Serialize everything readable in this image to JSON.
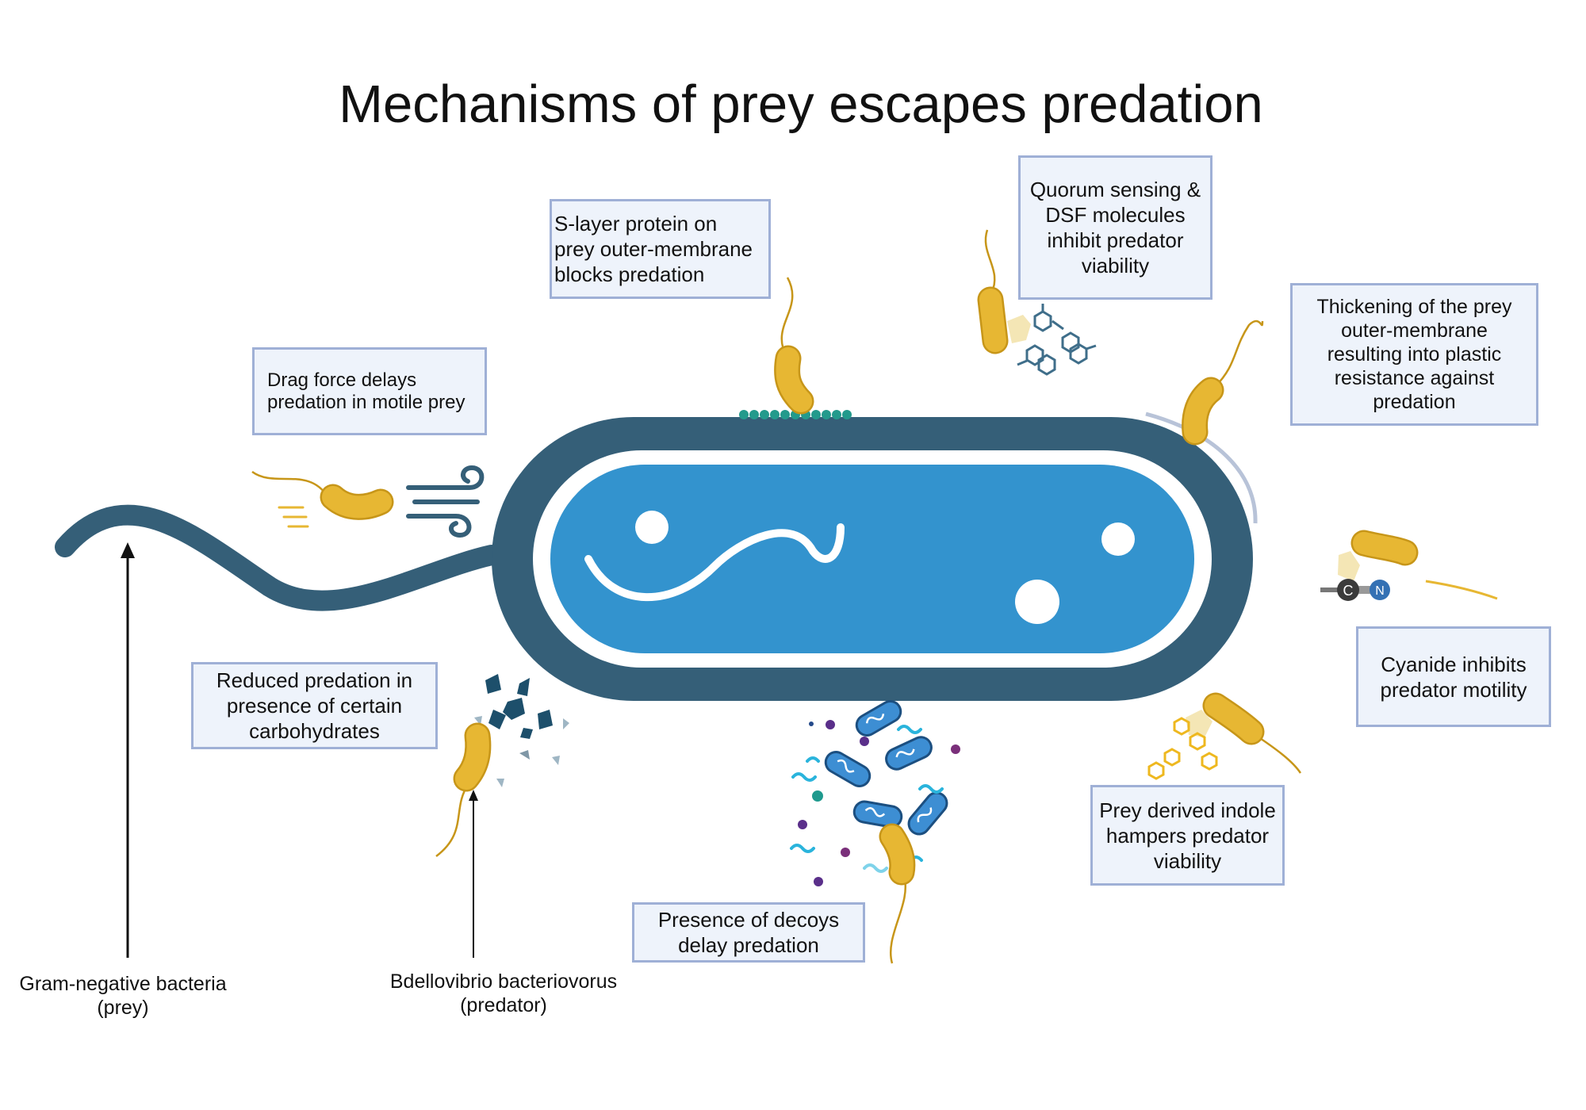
{
  "title": "Mechanisms of prey escapes predation",
  "boxes": {
    "slayer": "S-layer protein on\nprey outer-membrane\nblocks predation",
    "quorum": "Quorum sensing &\nDSF molecules\ninhibit predator\nviability",
    "thickening": "Thickening of the prey\nouter-membrane\nresulting into plastic\nresistance against\npredation",
    "drag": "Drag force delays\npredation in motile prey",
    "carbohydrates": "Reduced predation in\npresence of certain\ncarbohydrates",
    "cyanide": "Cyanide inhibits\npredator motility",
    "indole": "Prey derived indole\nhampers predator\nviability",
    "decoys": "Presence of decoys\ndelay predation"
  },
  "labels": {
    "prey": "Gram-negative bacteria\n(prey)",
    "predator": "Bdellovibrio bacteriovorus\n(predator)"
  },
  "atoms": {
    "carbon": "C",
    "nitrogen": "N"
  },
  "colors": {
    "prey_outer": "#355f78",
    "prey_inner": "#3393ce",
    "predator": "#e7b733",
    "predator_edge": "#c79619",
    "box_fill": "#eef3fb",
    "box_border": "#9fb0d6",
    "slayer_beads": "#239a8c",
    "carbohydrate_dark": "#1d4f6b",
    "carbohydrate_light": "#9fb6c4",
    "molecule": "#3f6e8a",
    "indole": "#eeb81f",
    "decoy_cell": "#3d8ed3",
    "decoy_dna": "#2ab4dc",
    "decoy_dot": "#5a2f8a"
  },
  "icons": [
    "prey-bacterium-icon",
    "predator-bacterium-icon",
    "wind-icon",
    "carbohydrate-fragment-icon",
    "molecule-icon",
    "cyanide-icon",
    "decoy-cell-icon",
    "arrow-icon"
  ]
}
